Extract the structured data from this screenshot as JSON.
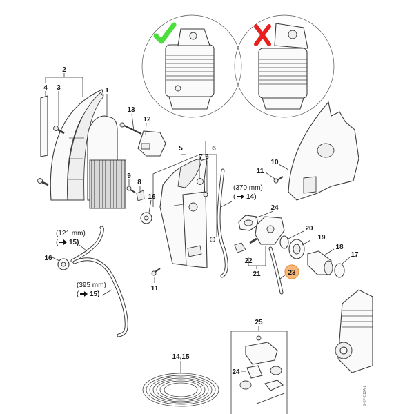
{
  "diagram": {
    "callouts": {
      "p1": "1",
      "p2": "2",
      "p3": "3",
      "p4": "4",
      "p5": "5",
      "p6a": "6",
      "p6b": "6",
      "p7": "7",
      "p8": "8",
      "p9": "9",
      "p10": "10",
      "p11a": "11",
      "p11b": "11",
      "p12": "12",
      "p13": "13",
      "p16a": "16",
      "p16b": "16",
      "p17": "17",
      "p18": "18",
      "p19": "19",
      "p20": "20",
      "p21": "21",
      "p22": "22",
      "p23": "23",
      "p24a": "24",
      "p24b": "24",
      "p25": "25",
      "p14_15": "14,15"
    },
    "hose_notes": {
      "h370_len": "(370 mm)",
      "h370_ref": "14)",
      "h121_len": "(121 mm)",
      "h121_ref": "15)",
      "h395_len": "(395 mm)",
      "h395_ref": "15)"
    },
    "ref_prefix": "(",
    "drawing_code": "2-EF-C12A-L",
    "comparison": {
      "correct_icon": "check-icon",
      "incorrect_icon": "x-icon"
    },
    "colors": {
      "highlight_fill": "#f7b87a",
      "highlight_stroke": "#e8924a",
      "check": "#4ddd3c",
      "cross": "#e8201e"
    }
  }
}
